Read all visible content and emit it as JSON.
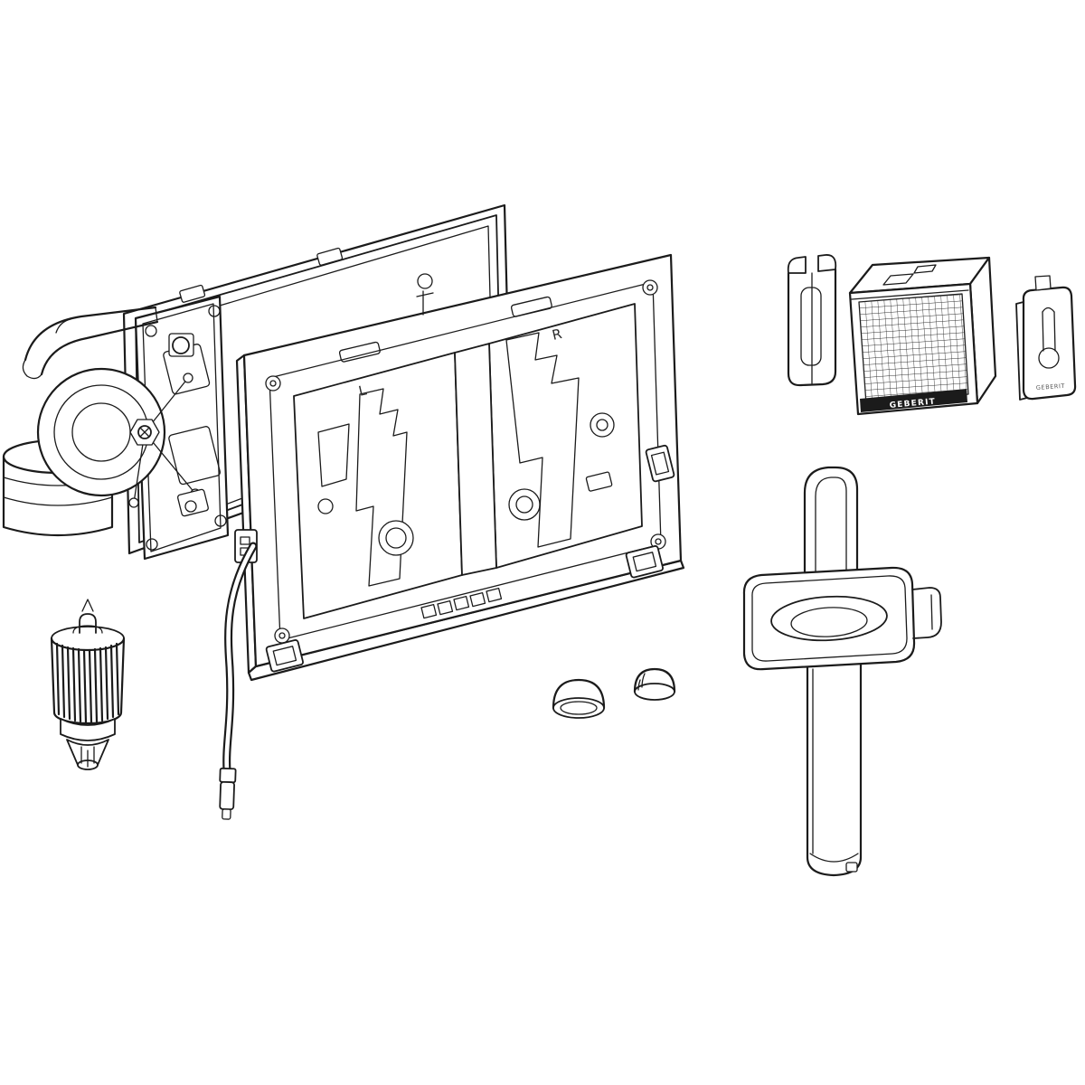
{
  "diagram": {
    "line_color": "#1b1b1b",
    "background": "#ffffff",
    "brand_label": "GEBERIT",
    "markings": {
      "left_window": "L",
      "right_window": "R"
    },
    "parts": [
      {
        "id": "fan-siphon-assembly",
        "label": "Fan and siphon unit assembly"
      },
      {
        "id": "protective-cover-frame",
        "label": "Protective cover frame"
      },
      {
        "id": "mounting-frame",
        "label": "Mounting frame with flush mechanism windows"
      },
      {
        "id": "connection-cable",
        "label": "Connection cable with plug"
      },
      {
        "id": "retaining-clip",
        "label": "Retaining clip"
      },
      {
        "id": "activated-carbon-filter",
        "label": "Activated carbon filter box"
      },
      {
        "id": "fixing-clip",
        "label": "Fixing clip with keyhole"
      },
      {
        "id": "valve-insert",
        "label": "Knurled valve insert"
      },
      {
        "id": "cover-cap-1",
        "label": "Cover cap"
      },
      {
        "id": "cover-cap-2",
        "label": "Cover cap"
      },
      {
        "id": "insert-stick-holder",
        "label": "Insert stick holder with clip arm"
      }
    ]
  }
}
